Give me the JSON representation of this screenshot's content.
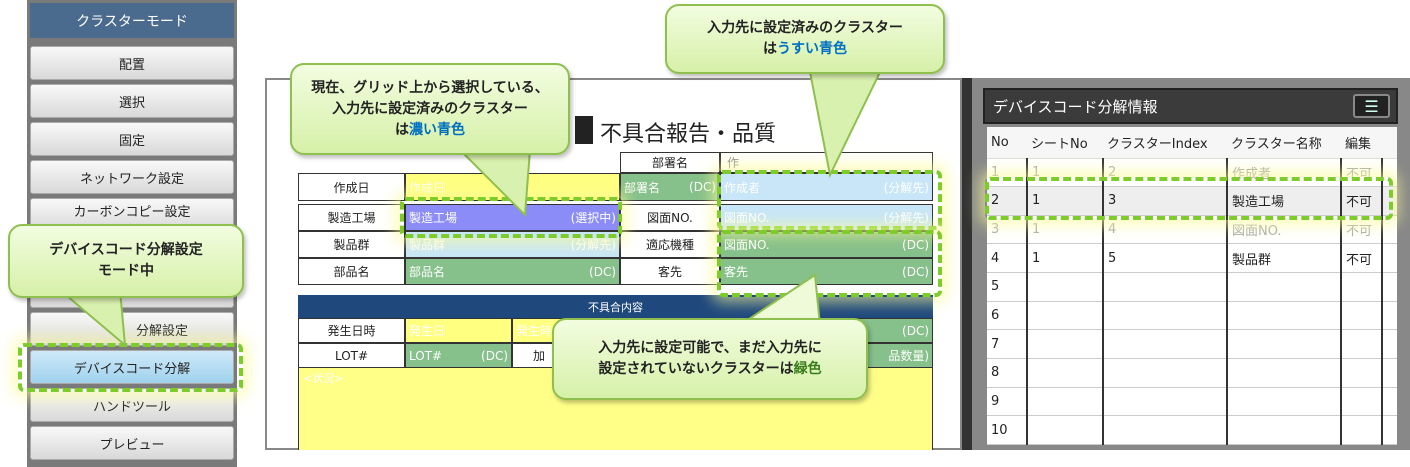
{
  "sidebar": {
    "title": "クラスターモード",
    "buttons": [
      {
        "label": "配置"
      },
      {
        "label": "選択"
      },
      {
        "label": "固定"
      },
      {
        "label": "ネットワーク設定"
      },
      {
        "label": "カーボンコピー設定"
      },
      {
        "label": ""
      },
      {
        "label": ""
      },
      {
        "label": "分解設定"
      },
      {
        "label": "デバイスコード分解",
        "active": true
      },
      {
        "label": "ハンドツール"
      },
      {
        "label": "プレビュー"
      }
    ]
  },
  "form": {
    "title": "不具合報告・品質",
    "header_dept": "部署名",
    "header_author": "作",
    "rows": [
      {
        "label": "作成日",
        "c1": "作成日",
        "c2": "部署名",
        "c2_tag": "(DC)",
        "c3": "作成者",
        "c3_tag": "(分解先)"
      },
      {
        "label": "製造工場",
        "c1": "製造工場",
        "c1_tag": "(選択中)",
        "l2": "図面NO.",
        "c3": "図面NO.",
        "c3_tag": "(分解先)"
      },
      {
        "label": "製品群",
        "c1": "製品群",
        "c1_tag": "(分解先)",
        "l2": "適応機種",
        "c3": "図面NO.",
        "c3_tag": "(DC)"
      },
      {
        "label": "部品名",
        "c1": "部品名",
        "c1_tag": "(DC)",
        "l2": "客先",
        "c3": "客先",
        "c3_tag": "(DC)"
      }
    ],
    "section": "不具合内容",
    "occur": {
      "label": "発生日時",
      "c1": "発生日",
      "c2": "発生時",
      "c3_tag": "(DC)"
    },
    "lot": {
      "label": "LOT#",
      "c1": "LOT#",
      "c1_tag": "(DC)",
      "c2": "加",
      "c3": "品数量)"
    },
    "situation": "<状況>"
  },
  "panel": {
    "title": "デバイスコード分解情報",
    "menu_icon": "hamburger-icon",
    "columns": [
      "No",
      "シートNo",
      "クラスターIndex",
      "クラスター名称",
      "編集"
    ],
    "rows": [
      [
        "1",
        "1",
        "2",
        "作成者",
        "不可"
      ],
      [
        "2",
        "1",
        "3",
        "製造工場",
        "不可"
      ],
      [
        "3",
        "1",
        "4",
        "図面NO.",
        "不可"
      ],
      [
        "4",
        "1",
        "5",
        "製品群",
        "不可"
      ],
      [
        "5",
        "",
        "",
        "",
        ""
      ],
      [
        "6",
        "",
        "",
        "",
        ""
      ],
      [
        "7",
        "",
        "",
        "",
        ""
      ],
      [
        "8",
        "",
        "",
        "",
        ""
      ],
      [
        "9",
        "",
        "",
        "",
        ""
      ],
      [
        "10",
        "",
        "",
        "",
        ""
      ]
    ]
  },
  "callouts": {
    "mode": {
      "l1": "デバイスコード分解設定",
      "l2": "モード中"
    },
    "selected": {
      "l1": "現在、グリッド上から選択している、",
      "l2": "入力先に設定済みのクラスター",
      "l3a": "は",
      "l3b": "濃い青色"
    },
    "assigned": {
      "l1": "入力先に設定済みのクラスター",
      "l2a": "は",
      "l2b": "うすい青色"
    },
    "available": {
      "l1": "入力先に設定可能で、まだ入力先に",
      "l2a": "設定されていないクラスターは",
      "l2b": "緑色"
    }
  },
  "colors": {
    "highlight": "#7dcc2a",
    "dark_blue": "#0070c0",
    "green": "#3a7d1a",
    "selected_cell": "#8c8cf8",
    "assigned_cell": "#c8e6f8",
    "available_cell": "#86c08a"
  }
}
